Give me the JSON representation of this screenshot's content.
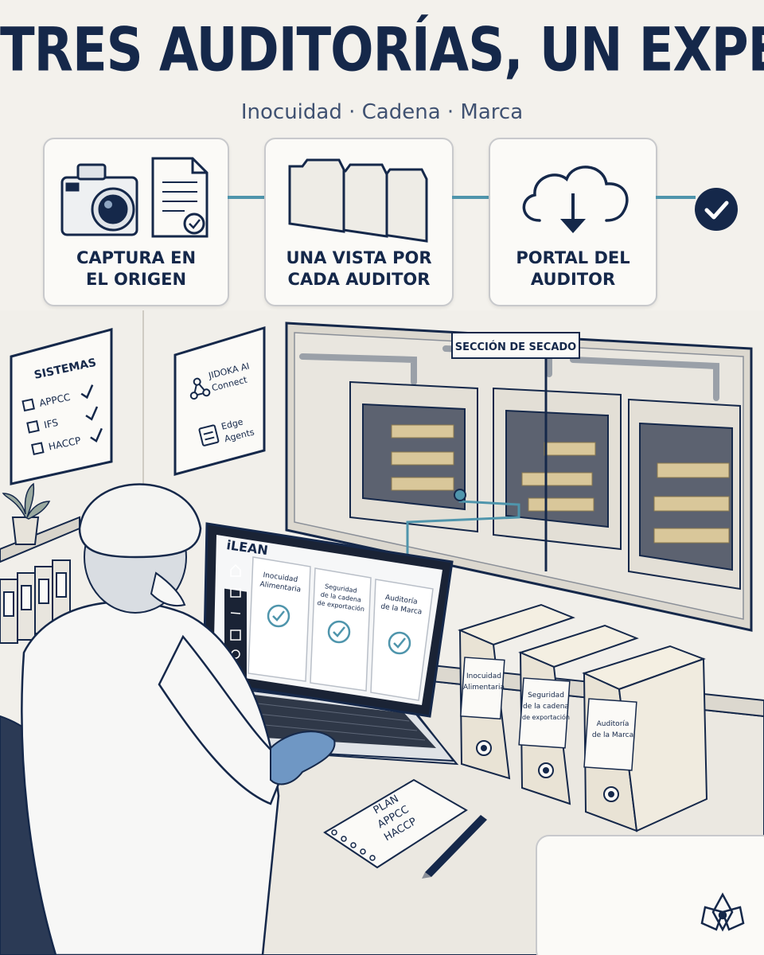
{
  "header": {
    "title": "TRES AUDITORÍAS, UN EXPEDIENTE",
    "subtitle": "Inocuidad · Cadena · Marca"
  },
  "flow": {
    "steps": [
      {
        "label_line1": "CAPTURA EN",
        "label_line2": "EL ORIGEN",
        "icons": [
          "camera-icon",
          "document-check-icon"
        ]
      },
      {
        "label_line1": "UNA VISTA POR",
        "label_line2": "CADA AUDITOR",
        "icons": [
          "folders-icon"
        ]
      },
      {
        "label_line1": "PORTAL DEL",
        "label_line2": "AUDITOR",
        "icons": [
          "cloud-download-icon"
        ]
      }
    ],
    "final_icon": "check-circle-icon"
  },
  "wall_boards": {
    "systems": {
      "title": "SISTEMAS",
      "items": [
        "APPCC",
        "IFS",
        "HACCP"
      ]
    },
    "connect": {
      "line1": "JIDOKA AI",
      "line2": "Connect",
      "line3": "Edge",
      "line4": "Agents"
    }
  },
  "window": {
    "section_label": "SECCIÓN DE SECADO"
  },
  "laptop": {
    "brand": "iLEAN",
    "columns": [
      {
        "line1": "Inocuidad",
        "line2": "Alimentaria",
        "line3": ""
      },
      {
        "line1": "Seguridad",
        "line2": "de la cadena",
        "line3": "de exportación"
      },
      {
        "line1": "Auditoría",
        "line2": "de la Marca",
        "line3": ""
      }
    ]
  },
  "binders": [
    {
      "line1": "Inocuidad",
      "line2": "Alimentaria",
      "line3": ""
    },
    {
      "line1": "Seguridad",
      "line2": "de la cadena",
      "line3": "de exportación"
    },
    {
      "line1": "Auditoría",
      "line2": "de la Marca",
      "line3": ""
    }
  ],
  "notebook": {
    "line1": "PLAN",
    "line2": "APPCC",
    "line3": "HACCP"
  },
  "colors": {
    "navy": "#15284a",
    "teal": "#4f95ac",
    "background": "#f3f1ec",
    "glove": "#6f97c4"
  }
}
